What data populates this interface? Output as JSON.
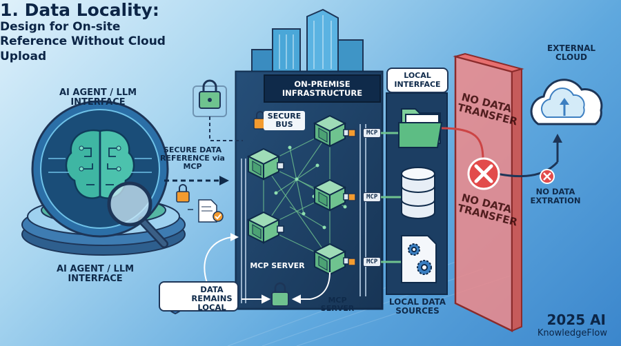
{
  "title": "1. Data Locality:",
  "subtitle": "Design for On-site Reference Without Cloud Upload",
  "ai_agent_top": "AI AGENT / LLM INTERFACE",
  "ai_agent_bottom": "AI AGENT / LLM INTERFACE",
  "secure_ref": "SECURE DATA REFERENCE via MCP",
  "onprem": "ON-PREMISE INFRASTRUCTURE",
  "secure_bus": "SECURE BUS",
  "mcp_server_inner": "MCP SERVER",
  "mcp_server_bottom": "MCP SERVER",
  "local_interface": "LOCAL INTERFACE",
  "local_sources": "LOCAL DATA SOURCES",
  "data_remains": "DATA REMAINS LOCAL",
  "mcp_tags": [
    "MCP",
    "MCP",
    "MCP"
  ],
  "no_transfer_top": "NO DATA TRANSFER",
  "no_transfer_bottom": "NO DATA TRANSFER",
  "external_cloud": "EXTERNAL CLOUD",
  "no_extraction": "NO DATA EXTRATION",
  "brand_year": "2025 AI",
  "brand_name": "KnowledgeFlow",
  "colors": {
    "panel": "#1c3e63",
    "cube_green": "#6fc38f",
    "wall": "#f08a8a",
    "accent_red": "#e24b4b",
    "orange": "#f39b2f"
  }
}
